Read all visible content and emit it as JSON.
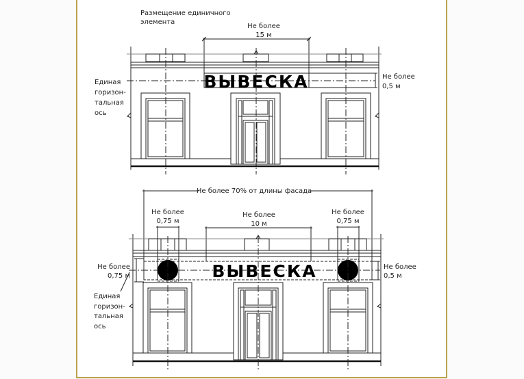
{
  "top": {
    "title_line1": "Размещение единичного",
    "title_line2": "элемента",
    "width_dim": {
      "line1": "Не более",
      "line2": "15 м"
    },
    "height_dim": {
      "line1": "Не более",
      "line2": "0,5 м"
    },
    "sign_text": "ВЫВЕСКА",
    "axis_label": [
      "Единая",
      "горизон-",
      "тальная",
      "ось"
    ]
  },
  "bottom": {
    "facade_dim": "Не более 70% от длины фасада",
    "left_element_dim": {
      "line1": "Не более",
      "line2": "0,75 м"
    },
    "center_dim": {
      "line1": "Не более",
      "line2": "10 м"
    },
    "right_element_dim": {
      "line1": "Не более",
      "line2": "0,75 м"
    },
    "left_height_dim": {
      "line1": "Не более",
      "line2": "0,75 м"
    },
    "right_height_dim": {
      "line1": "Не более",
      "line2": "0,5 м"
    },
    "sign_text": "ВЫВЕСКА",
    "axis_label": [
      "Единая",
      "горизон-",
      "тальная",
      "ось"
    ]
  },
  "colors": {
    "frame": "#b9a24c",
    "background": "#fbfbfb"
  }
}
